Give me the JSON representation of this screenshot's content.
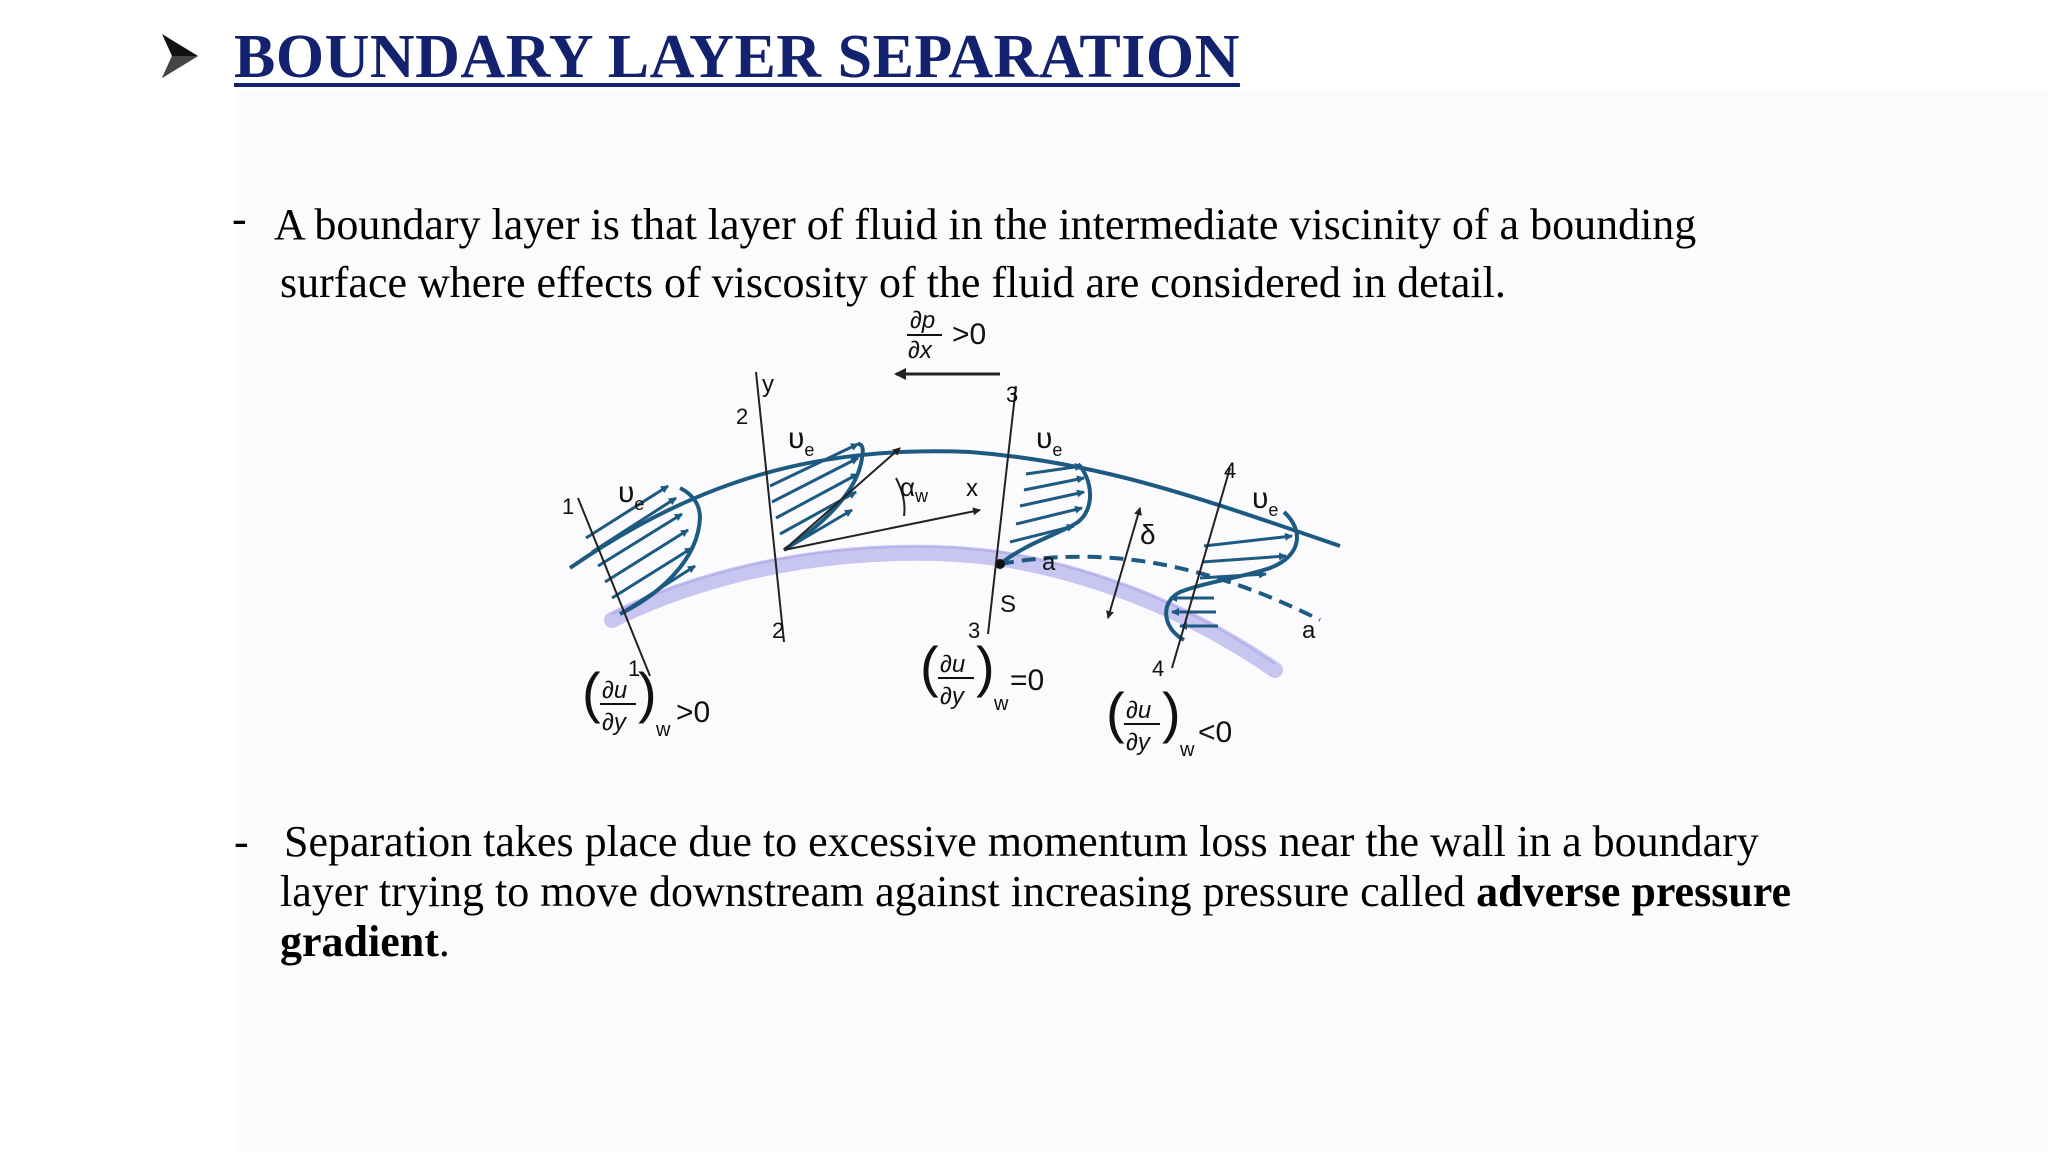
{
  "slide": {
    "title": "BOUNDARY LAYER SEPARATION",
    "title_color": "#13226e",
    "title_marker_icon": "arrowhead-bullet-icon",
    "bullet1": {
      "dash": "-",
      "line1": "A boundary layer is that layer of fluid in the intermediate viscinity of a bounding",
      "line2": "surface where effects of viscosity of the fluid are considered in detail."
    },
    "bullet2": {
      "dash": "-",
      "line1": "Separation takes place due to excessive momentum loss near the wall in a boundary",
      "line2_normal": "layer trying to move downstream against increasing pressure called ",
      "line2_bold": "adverse pressure",
      "line3_bold": "gradient",
      "line3_tail": "."
    }
  },
  "figure": {
    "colors": {
      "profile": "#1d5a82",
      "wall": "#c8c5f0",
      "line": "#222222"
    },
    "pressure_gradient": {
      "numerator": "∂p",
      "denominator": "∂x",
      "relation": ">0"
    },
    "velocity_label": "υ",
    "velocity_subscript": "e",
    "axis_y": "y",
    "axis_x": "x",
    "angle_label": "α",
    "angle_subscript": "w",
    "thickness_label": "δ",
    "separation_point_label": "S",
    "separation_line_label": "a",
    "station_labels": [
      "1",
      "2",
      "3",
      "4"
    ],
    "shear_conditions": [
      {
        "numerator": "∂u",
        "denominator": "∂y",
        "subscript": "w",
        "relation": ">0"
      },
      {
        "numerator": "∂u",
        "denominator": "∂y",
        "subscript": "w",
        "relation": "=0"
      },
      {
        "numerator": "∂u",
        "denominator": "∂y",
        "subscript": "w",
        "relation": "<0"
      }
    ]
  }
}
